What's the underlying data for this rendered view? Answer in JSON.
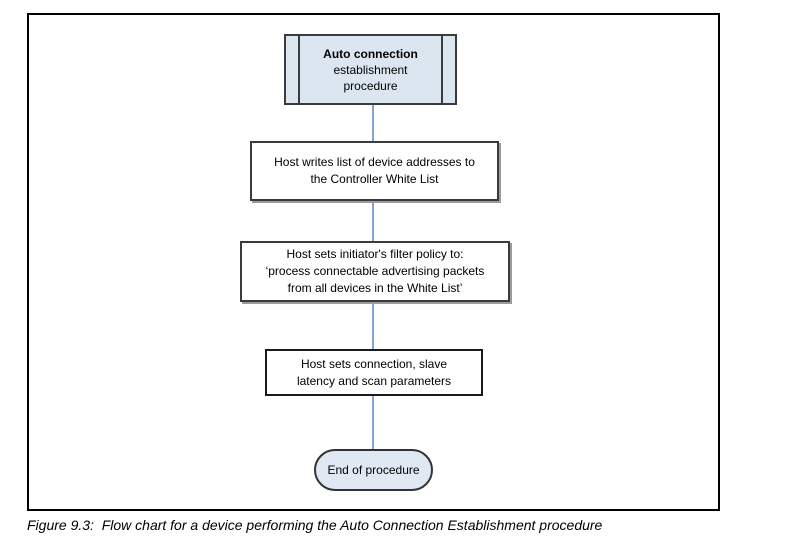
{
  "colors": {
    "accent_fill": "#dce6f1",
    "terminator_fill": "#dfe8f3",
    "plain_fill": "#ffffff",
    "node_border": "#3b3b3b",
    "connector": "#84a3d4",
    "shadow": "#9b9b9b",
    "frame_border": "#000000"
  },
  "flowchart": {
    "start_node": {
      "type": "predefined-process",
      "lines": [
        "Auto connection",
        "establishment",
        "procedure"
      ]
    },
    "steps": [
      {
        "type": "process",
        "lines": [
          "Host writes list of device addresses to",
          "the Controller White List"
        ]
      },
      {
        "type": "process",
        "lines": [
          "Host sets initiator's filter policy to:",
          "‘process connectable advertising packets",
          "from all devices in the White List’"
        ]
      },
      {
        "type": "process",
        "lines": [
          "Host sets connection, slave",
          "latency and scan parameters"
        ]
      }
    ],
    "end_node": {
      "type": "terminator",
      "text": "End of procedure"
    }
  },
  "caption": "Figure 9.3:  Flow chart for a device performing the Auto Connection Establishment procedure"
}
